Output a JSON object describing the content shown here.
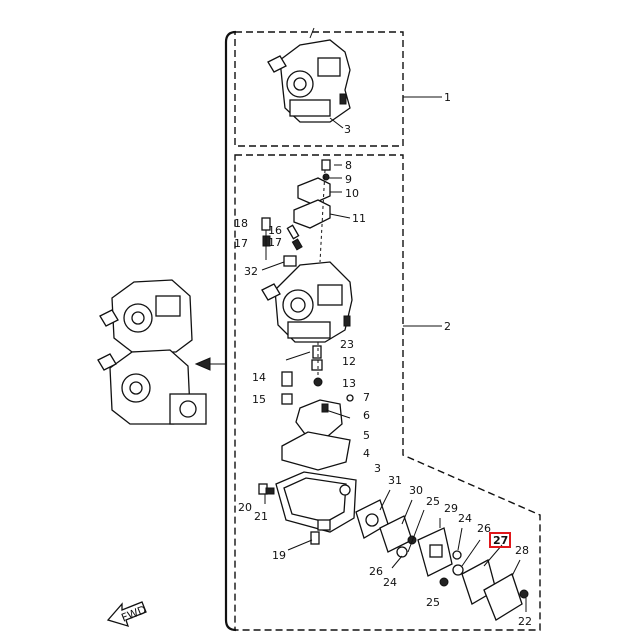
{
  "callouts": {
    "c1": "1",
    "c2": "2",
    "c3a": "3",
    "c3b": "3",
    "c4": "4",
    "c5": "5",
    "c6": "6",
    "c7": "7",
    "c8": "8",
    "c9": "9",
    "c10": "10",
    "c11": "11",
    "c12": "12",
    "c13": "13",
    "c14": "14",
    "c15": "15",
    "c16": "16",
    "c17a": "17",
    "c17b": "17",
    "c18": "18",
    "c19": "19",
    "c20": "20",
    "c21": "21",
    "c22": "22",
    "c23": "23",
    "c24a": "24",
    "c24b": "24",
    "c25a": "25",
    "c25b": "25",
    "c26a": "26",
    "c26b": "26",
    "c27": "27",
    "c28": "28",
    "c29": "29",
    "c30": "30",
    "c31": "31",
    "c32": "32"
  },
  "fwd_label": "FWD",
  "highlight": {
    "callout": "27",
    "color": "#e0161a"
  }
}
